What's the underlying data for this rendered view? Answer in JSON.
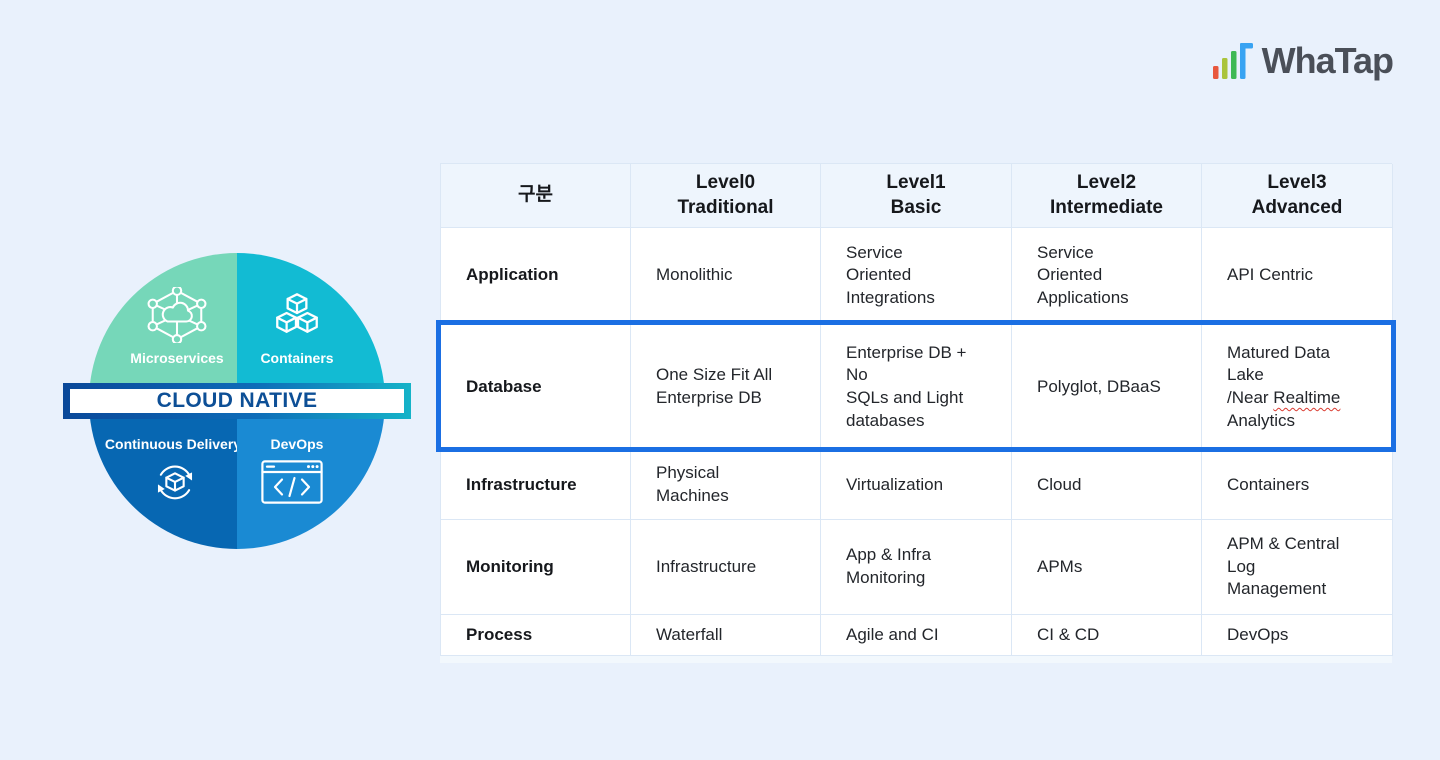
{
  "logo": {
    "text": "WhaTap",
    "text_color": "#4a4f58",
    "bar_colors": [
      "#e8573d",
      "#aac43c",
      "#3eb954",
      "#38a3f2"
    ]
  },
  "diagram": {
    "banner_label": "CLOUD NATIVE",
    "banner_text_color": "#0d4f96",
    "banner_gradient_css": "linear-gradient(90deg,#0a4899,#0e6cb8 55%,#15b3c8)",
    "quadrants": [
      {
        "label": "Microservices",
        "color": "#76d7b9"
      },
      {
        "label": "Containers",
        "color": "#12bbd3"
      },
      {
        "label": "Continuous Delivery",
        "color": "#0767b2"
      },
      {
        "label": "DevOps",
        "color": "#1a8ad3"
      }
    ]
  },
  "table": {
    "highlight_color": "#1b6fe3",
    "spellcheck_color": "#d93a30",
    "header": [
      "구분",
      "Level0\nTraditional",
      "Level1\nBasic",
      "Level2\nIntermediate",
      "Level3\nAdvanced"
    ],
    "rows": [
      {
        "label": "Application",
        "c0": "Monolithic",
        "c1": "Service\nOriented\nIntegrations",
        "c2": "Service\nOriented\nApplications",
        "c3": "API Centric"
      },
      {
        "label": "Database",
        "c0": "One Size Fit All\nEnterprise DB",
        "c1": "Enterprise DB +\nNo\nSQLs and Light\ndatabases",
        "c2": "Polyglot, DBaaS",
        "c3_before": "Matured Data\nLake\n/Near ",
        "c3_word": "Realtime",
        "c3_after": "\nAnalytics"
      },
      {
        "label": "Infrastructure",
        "c0": "Physical\nMachines",
        "c1": "Virtualization",
        "c2": "Cloud",
        "c3": "Containers"
      },
      {
        "label": "Monitoring",
        "c0": "Infrastructure",
        "c1": "App & Infra\nMonitoring",
        "c2": "APMs",
        "c3": "APM & Central\nLog\nManagement"
      },
      {
        "label": "Process",
        "c0": "Waterfall",
        "c1": "Agile and CI",
        "c2": "CI & CD",
        "c3": "DevOps"
      }
    ]
  }
}
